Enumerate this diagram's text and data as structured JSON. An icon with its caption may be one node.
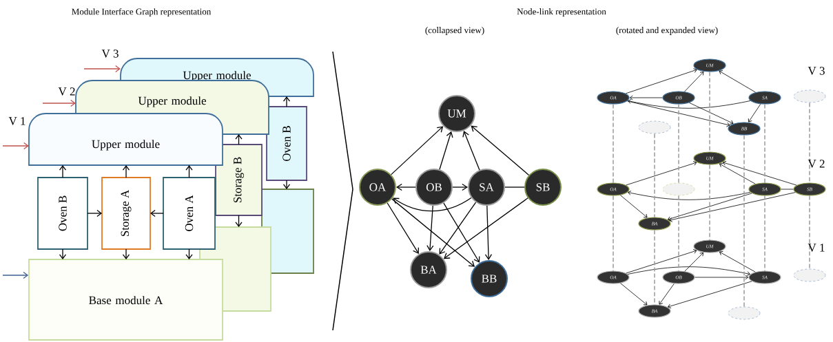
{
  "diagram": {
    "nodes": [
      {
        "text": [
          "Upper module"
        ]
      },
      {
        "text": [
          "Oven B"
        ]
      },
      {
        "text": [],
        "shape": "box"
      },
      {
        "text": [
          "Upper module"
        ]
      },
      {
        "text": [
          "Storage B"
        ]
      },
      {
        "text": [],
        "shape": "box"
      },
      {
        "text": [
          "Upper module"
        ]
      },
      {
        "text": [
          "Oven B"
        ]
      },
      {
        "text": [
          "Storage A"
        ]
      },
      {
        "text": [
          "Oven A"
        ]
      },
      {
        "text": [
          "Base module A"
        ]
      },
      {
        "text": [
          "UM"
        ]
      },
      {
        "text": [
          "OA"
        ]
      },
      {
        "text": [
          "OB"
        ]
      },
      {
        "text": [
          "SA"
        ]
      },
      {
        "text": [
          "SB"
        ]
      },
      {
        "text": [
          "BA"
        ]
      },
      {
        "text": [
          "BB"
        ]
      },
      {
        "text": [
          "UM"
        ]
      },
      {
        "text": [
          "OA"
        ]
      },
      {
        "text": [
          "OB"
        ]
      },
      {
        "text": [
          "SA"
        ]
      },
      {
        "text": [],
        "shape": "ellipse"
      },
      {
        "text": [],
        "shape": "ellipse"
      },
      {
        "text": [
          "BB"
        ]
      },
      {
        "text": [
          "UM"
        ]
      },
      {
        "text": [
          "OA"
        ]
      },
      {
        "text": [],
        "shape": "ellipse"
      },
      {
        "text": [
          "SA"
        ]
      },
      {
        "text": [
          "SB"
        ]
      },
      {
        "text": [
          "BA"
        ]
      },
      {
        "text": [
          "UM"
        ]
      },
      {
        "text": [
          "OA"
        ]
      },
      {
        "text": [
          "OB"
        ]
      },
      {
        "text": [
          "SA"
        ]
      },
      {
        "text": [],
        "shape": "ellipse"
      },
      {
        "text": [
          "BA"
        ]
      },
      {
        "text": [],
        "shape": "ellipse"
      }
    ],
    "edges": [
      {
        "from": null,
        "to": 0,
        "arrow": "to",
        "color": "#c0504d"
      },
      {
        "from": null,
        "to": 3,
        "arrow": "to",
        "color": "#c0504d"
      },
      {
        "from": null,
        "to": 6,
        "arrow": "to",
        "color": "#c0504d"
      },
      {
        "from": null,
        "to": 10,
        "arrow": "to",
        "color": "#3a5f8f"
      },
      {
        "from": 1,
        "to": 0,
        "arrow": "to"
      },
      {
        "from": 1,
        "to": 2,
        "arrow": "to"
      },
      {
        "from": 4,
        "to": 3,
        "arrow": "to"
      },
      {
        "from": 4,
        "to": 5,
        "arrow": "to"
      },
      {
        "from": 7,
        "to": 6,
        "arrow": "to"
      },
      {
        "from": 7,
        "to": 10,
        "arrow": "to"
      },
      {
        "from": 8,
        "to": 6,
        "arrow": "to"
      },
      {
        "from": 8,
        "to": 10,
        "arrow": "to"
      },
      {
        "from": 9,
        "to": 6,
        "arrow": "to"
      },
      {
        "from": 9,
        "to": 10,
        "arrow": "to"
      },
      {
        "from": 7,
        "to": 8,
        "arrow": "to"
      },
      {
        "from": 9,
        "to": 8,
        "arrow": "to"
      },
      {
        "from": 12,
        "to": 11,
        "arrow": "to"
      },
      {
        "from": 13,
        "to": 11,
        "arrow": "to"
      },
      {
        "from": 14,
        "to": 11,
        "arrow": "to"
      },
      {
        "from": 15,
        "to": 11,
        "arrow": "to"
      },
      {
        "from": 13,
        "to": 12,
        "arrow": "to"
      },
      {
        "from": 14,
        "to": 12,
        "arrow": "to"
      },
      {
        "from": 13,
        "to": 14,
        "arrow": "to"
      },
      {
        "from": 15,
        "to": 14,
        "arrow": "none"
      },
      {
        "from": 12,
        "to": 16,
        "arrow": "to"
      },
      {
        "from": 12,
        "to": 17,
        "arrow": "to"
      },
      {
        "from": 13,
        "to": 16,
        "arrow": "to"
      },
      {
        "from": 13,
        "to": 17,
        "arrow": "to"
      },
      {
        "from": 14,
        "to": 16,
        "arrow": "to"
      },
      {
        "from": 14,
        "to": 17,
        "arrow": "to"
      },
      {
        "from": 15,
        "to": 16,
        "arrow": "to"
      },
      {
        "from": 19,
        "to": 18,
        "arrow": "to"
      },
      {
        "from": 20,
        "to": 18,
        "arrow": "to"
      },
      {
        "from": 21,
        "to": 18,
        "arrow": "to"
      },
      {
        "from": 20,
        "to": 19,
        "arrow": "to"
      },
      {
        "from": 21,
        "to": 19,
        "arrow": "to"
      },
      {
        "from": 19,
        "to": 24,
        "arrow": "to"
      },
      {
        "from": 20,
        "to": 24,
        "arrow": "to"
      },
      {
        "from": 21,
        "to": 24,
        "arrow": "to"
      },
      {
        "from": 26,
        "to": 25,
        "arrow": "to"
      },
      {
        "from": 28,
        "to": 25,
        "arrow": "to"
      },
      {
        "from": 29,
        "to": 25,
        "arrow": "to"
      },
      {
        "from": 28,
        "to": 26,
        "arrow": "to"
      },
      {
        "from": 29,
        "to": 28,
        "arrow": "none"
      },
      {
        "from": 26,
        "to": 30,
        "arrow": "to"
      },
      {
        "from": 28,
        "to": 30,
        "arrow": "to"
      },
      {
        "from": 29,
        "to": 30,
        "arrow": "to"
      },
      {
        "from": 32,
        "to": 31,
        "arrow": "to"
      },
      {
        "from": 33,
        "to": 31,
        "arrow": "to"
      },
      {
        "from": 34,
        "to": 31,
        "arrow": "to"
      },
      {
        "from": 32,
        "to": 34,
        "arrow": "to"
      },
      {
        "from": 33,
        "to": 34,
        "arrow": "to"
      },
      {
        "from": 32,
        "to": 36,
        "arrow": "to"
      },
      {
        "from": 33,
        "to": 36,
        "arrow": "to"
      },
      {
        "from": 34,
        "to": 36,
        "arrow": "to"
      },
      {
        "from": 19,
        "to": 26,
        "arrow": "none",
        "style": "dashed",
        "color": "#a0a0a0"
      },
      {
        "from": 26,
        "to": 32,
        "arrow": "none",
        "style": "dashed",
        "color": "#a0a0a0"
      },
      {
        "from": 23,
        "to": 30,
        "arrow": "none",
        "style": "dashed",
        "color": "#a0a0a0"
      },
      {
        "from": 30,
        "to": 36,
        "arrow": "none",
        "style": "dashed",
        "color": "#a0a0a0"
      },
      {
        "from": 20,
        "to": 27,
        "arrow": "none",
        "style": "dashed",
        "color": "#a0a0a0"
      },
      {
        "from": 27,
        "to": 33,
        "arrow": "none",
        "style": "dashed",
        "color": "#a0a0a0"
      },
      {
        "from": 18,
        "to": 25,
        "arrow": "none",
        "style": "dashed",
        "color": "#a0a0a0"
      },
      {
        "from": 25,
        "to": 31,
        "arrow": "none",
        "style": "dashed",
        "color": "#a0a0a0"
      },
      {
        "from": 24,
        "to": 37,
        "arrow": "none",
        "style": "dashed",
        "color": "#a0a0a0"
      },
      {
        "from": 21,
        "to": 28,
        "arrow": "none",
        "style": "dashed",
        "color": "#a0a0a0"
      },
      {
        "from": 28,
        "to": 34,
        "arrow": "none",
        "style": "dashed",
        "color": "#a0a0a0"
      },
      {
        "from": 22,
        "to": 29,
        "arrow": "none",
        "style": "dashed",
        "color": "#a0a0a0"
      },
      {
        "from": 29,
        "to": 35,
        "arrow": "none",
        "style": "dashed",
        "color": "#a0a0a0"
      }
    ],
    "labels": [
      "Module Interface Graph representation",
      "Node-link representation",
      "(collapsed view)",
      "(rotated and expanded view)",
      "V 3",
      "V 2",
      "V 1",
      "V 3",
      "V 2",
      "V 1"
    ]
  }
}
